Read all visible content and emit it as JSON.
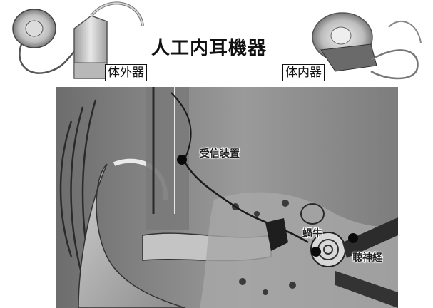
{
  "title": "人工内耳機器",
  "labels": {
    "external": "体外器",
    "internal": "体内器"
  },
  "annotations": {
    "receiver": "受信装置",
    "cochlea": "蝸牛",
    "auditory_nerve": "聴神経"
  }
}
